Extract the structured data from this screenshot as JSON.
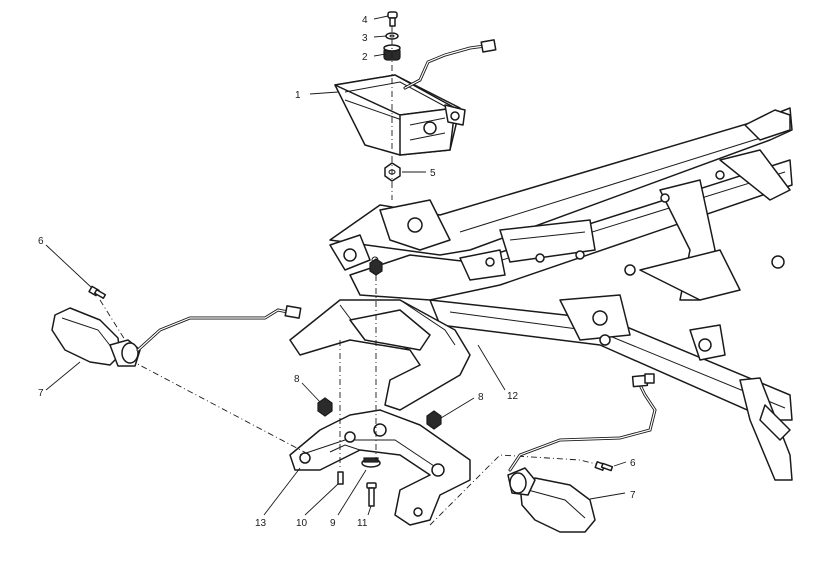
{
  "callouts": {
    "c1": "1",
    "c2": "2",
    "c3": "3",
    "c4": "4",
    "c5": "5",
    "c6_left": "6",
    "c6_right": "6",
    "c7_left": "7",
    "c7_right": "7",
    "c8_left": "8",
    "c8_right": "8",
    "c9": "9",
    "c10": "10",
    "c11": "11",
    "c12": "12",
    "c13": "13"
  }
}
